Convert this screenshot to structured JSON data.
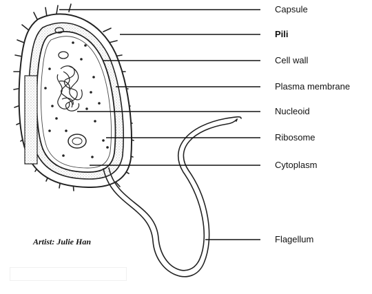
{
  "diagram": {
    "labels": {
      "capsule": "Capsule",
      "pili": "Pili",
      "cell_wall": "Cell wall",
      "plasma_membrane": "Plasma membrane",
      "nucleoid": "Nucleoid",
      "ribosome": "Ribosome",
      "cytoplasm": "Cytoplasm",
      "flagellum": "Flagellum"
    },
    "credit": "Artist: Julie Han"
  }
}
